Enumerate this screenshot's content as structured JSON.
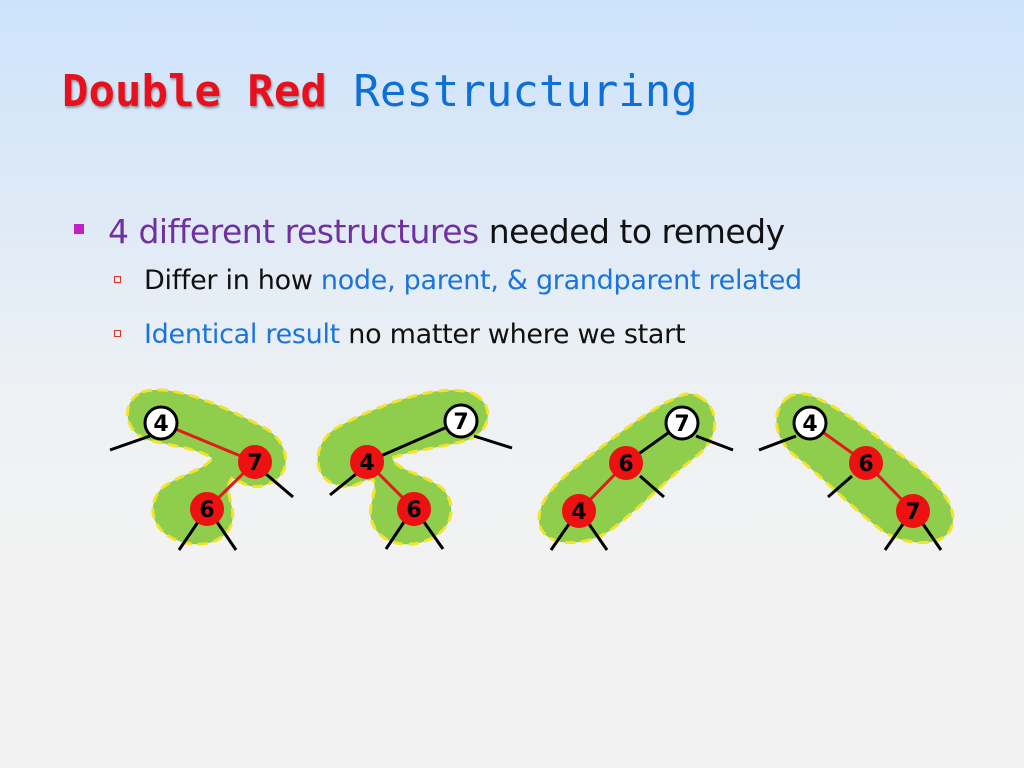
{
  "title": {
    "part1": "Double Red",
    "part2": "Restructuring"
  },
  "bullets": {
    "main": {
      "highlight": "4 different restructures",
      "rest": " needed to remedy"
    },
    "sub1": {
      "text": "Differ in how ",
      "highlight": "node, parent, & grandparent related"
    },
    "sub2": {
      "highlight": "Identical result",
      "rest": " no matter where we start"
    }
  },
  "diagram": {
    "colors": {
      "blob_fill": "#8fcd4d",
      "blob_border": "#f4e32a",
      "red_node": "#ee1111",
      "black_node": "#000000",
      "red_edge": "#e11b1b",
      "black_edge": "#000000"
    },
    "trees": [
      {
        "grandparent": "4",
        "parent": "7",
        "node": "6",
        "shape": "right-left"
      },
      {
        "grandparent": "7",
        "parent": "4",
        "node": "6",
        "shape": "left-right"
      },
      {
        "grandparent": "7",
        "parent": "6",
        "node": "4",
        "shape": "left-left"
      },
      {
        "grandparent": "4",
        "parent": "6",
        "node": "7",
        "shape": "right-right"
      }
    ]
  }
}
